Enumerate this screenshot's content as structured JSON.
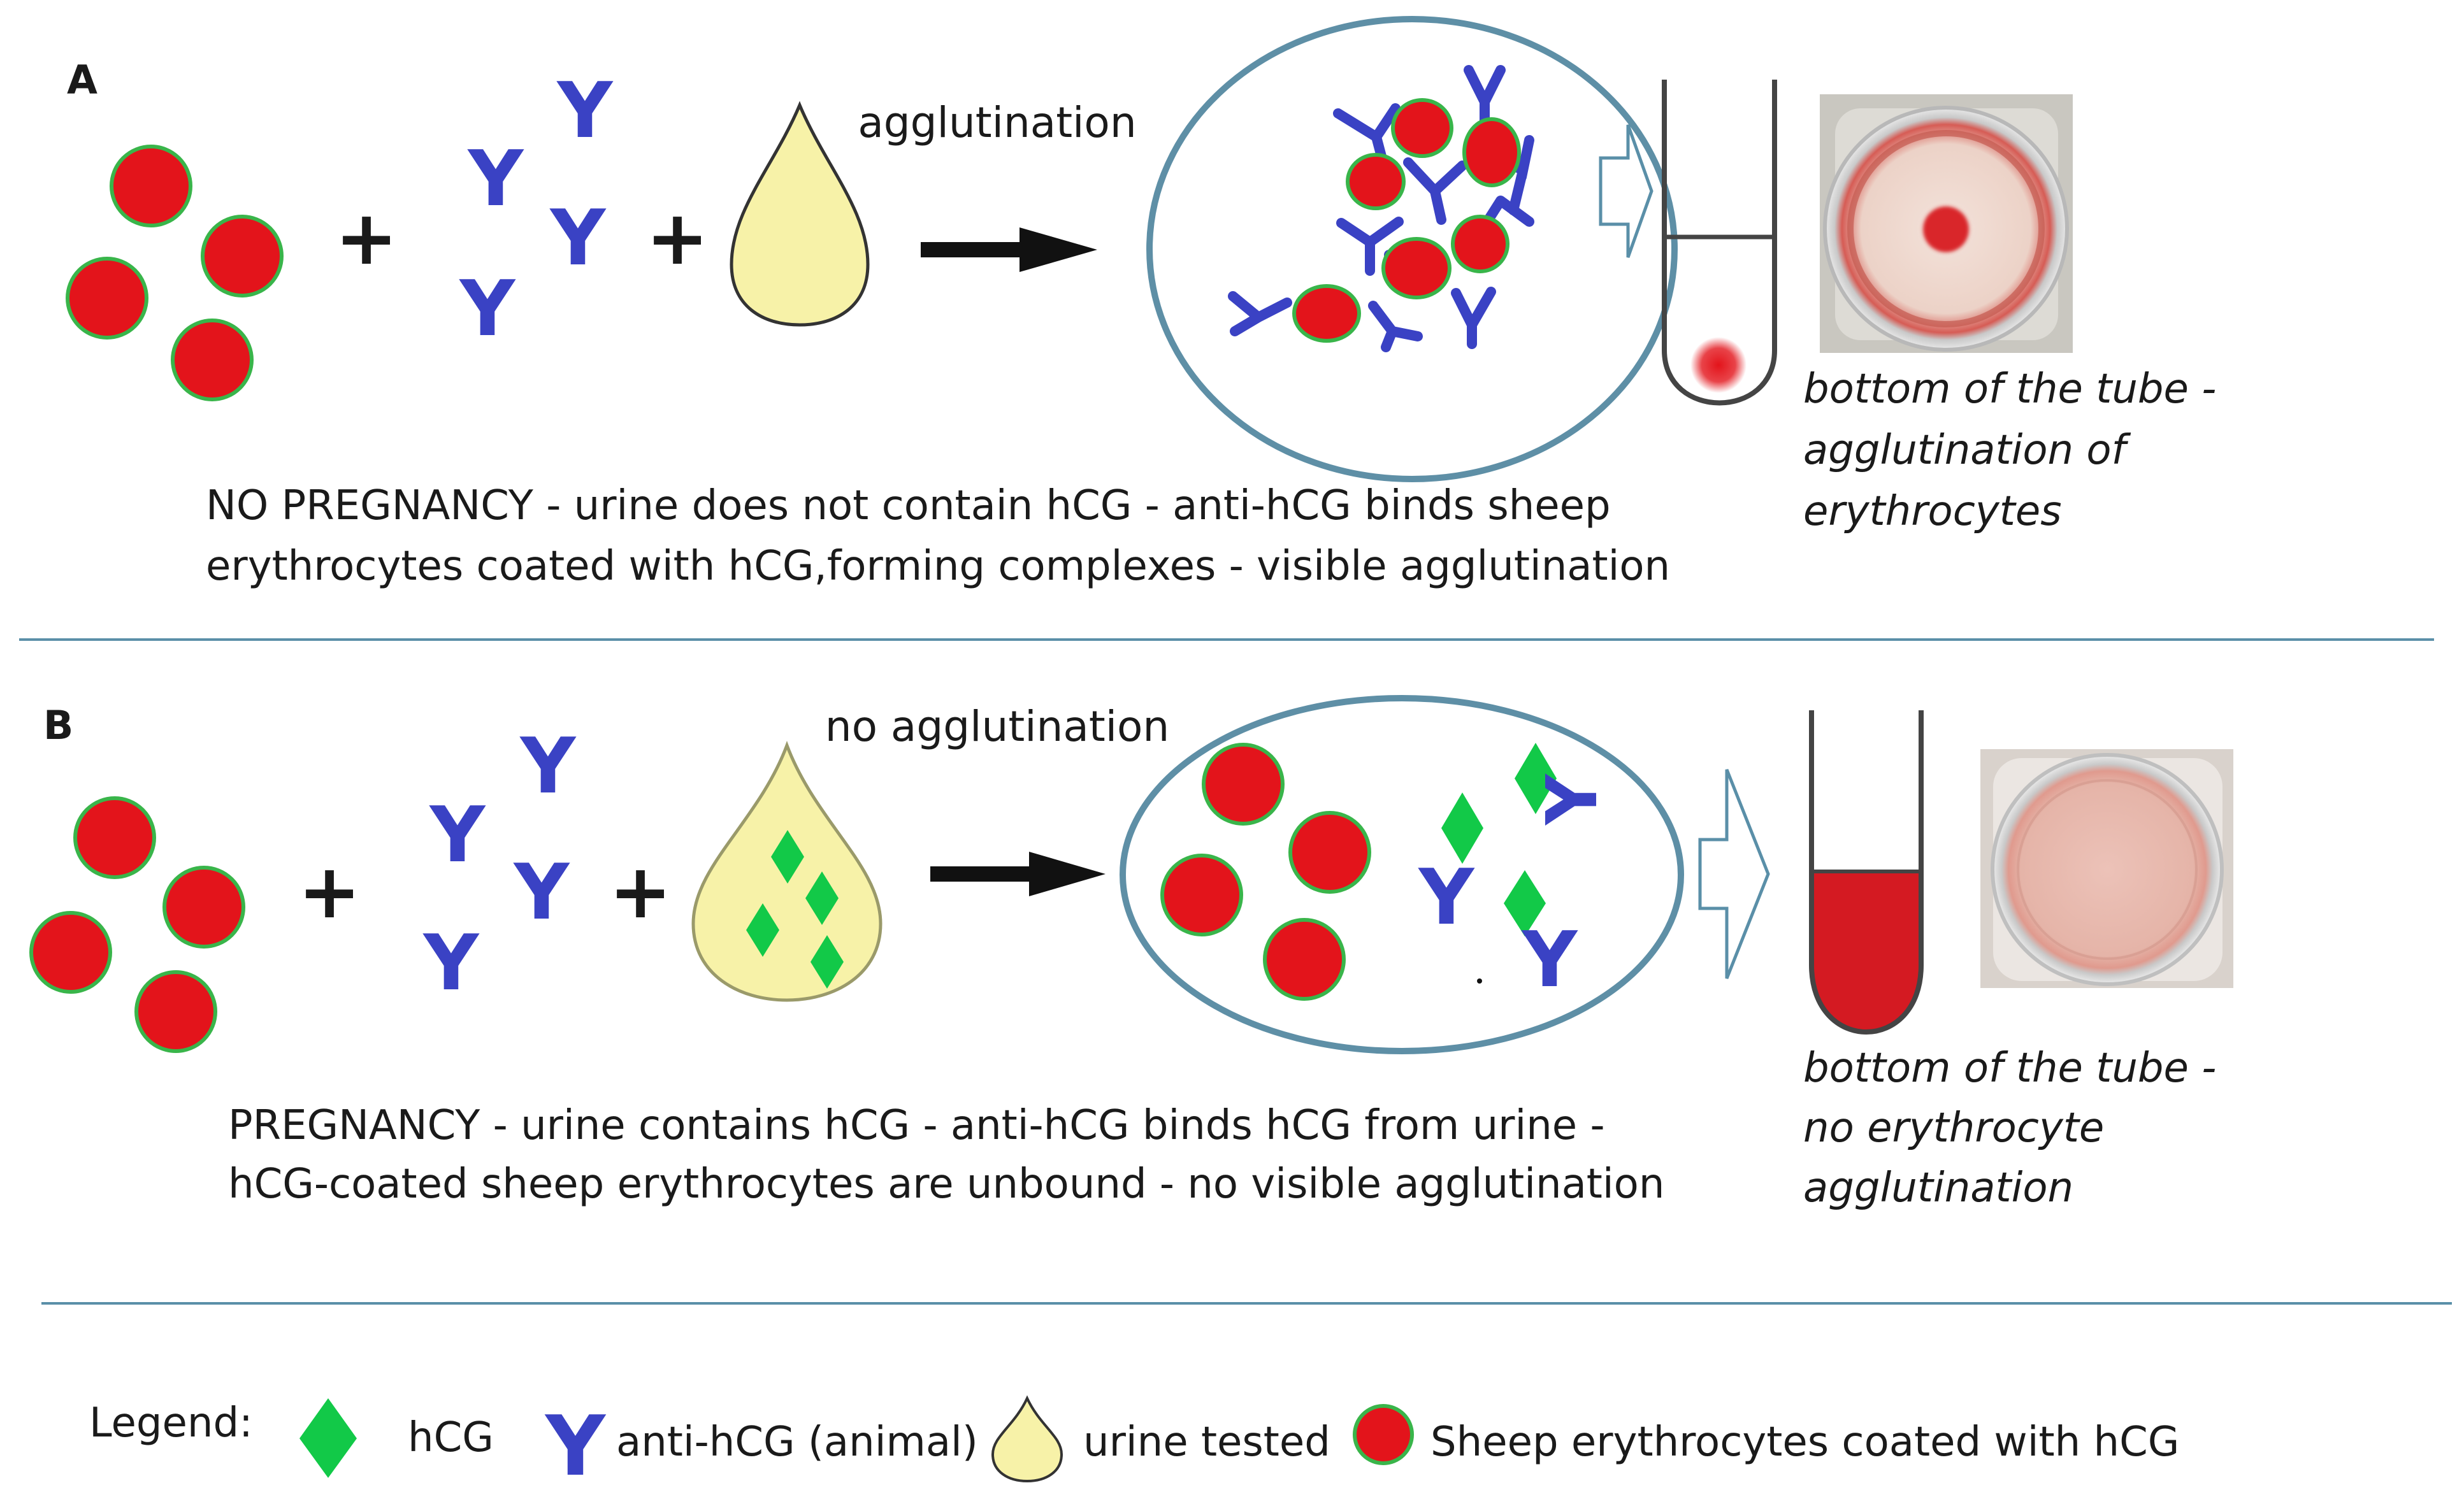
{
  "panel_a": {
    "label": "A",
    "arrow_label": "agglutination",
    "description": [
      "NO PREGNANCY - urine does not contain hCG - anti-hCG binds sheep",
      "erythrocytes coated with hCG,forming complexes - visible agglutination"
    ],
    "result_caption": [
      "bottom of the tube -",
      "agglutination of",
      "erythrocytes"
    ]
  },
  "panel_b": {
    "label": "B",
    "arrow_label": "no agglutination",
    "description": [
      "PREGNANCY - urine contains hCG - anti-hCG binds hCG from urine -",
      "hCG-coated sheep erythrocytes are unbound - no visible agglutination"
    ],
    "result_caption": [
      "bottom of the tube -",
      "no erythrocyte",
      "agglutination"
    ]
  },
  "operators": {
    "plus": "+"
  },
  "antibody_glyph": "Y",
  "legend": {
    "title": "Legend:",
    "items": [
      {
        "icon": "green-diamond-icon",
        "label": "hCG"
      },
      {
        "icon": "antibody-y-icon",
        "label": "anti-hCG (animal)"
      },
      {
        "icon": "urine-drop-icon",
        "label": "urine tested"
      },
      {
        "icon": "red-erythrocyte-icon",
        "label": "Sheep erythrocytes coated with hCG"
      }
    ]
  },
  "colors": {
    "erythrocyte_fill": "#e3141b",
    "erythrocyte_border": "#39b54a",
    "antibody": "#3a42c4",
    "hcg": "#12c948",
    "urine": "#f7f2a8",
    "separator": "#5a8fa8",
    "ellipse_border": "#5e8fa6"
  }
}
